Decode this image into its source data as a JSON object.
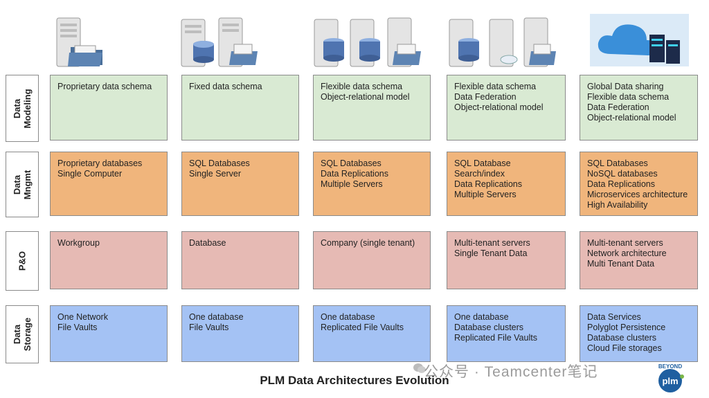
{
  "title": "PLM Data Architectures Evolution",
  "watermark": "公众号 · Teamcenter笔记",
  "logo": {
    "line1": "BEYOND",
    "line2": "plm"
  },
  "rows": [
    {
      "key": "modeling",
      "label_lines": [
        "Data",
        "Modeling"
      ]
    },
    {
      "key": "mngmt",
      "label_lines": [
        "Data",
        "Mngmt"
      ]
    },
    {
      "key": "po",
      "label_lines": [
        "P&O"
      ]
    },
    {
      "key": "storage",
      "label_lines": [
        "Data",
        "Storage"
      ]
    }
  ],
  "columns": [
    {
      "icon": "server-with-folder-icon",
      "modeling": [
        "Proprietary data schema"
      ],
      "mngmt": [
        "Proprietary databases",
        "Single Computer"
      ],
      "po": [
        "Workgroup"
      ],
      "storage": [
        "One Network",
        "File Vaults"
      ]
    },
    {
      "icon": "database-server-and-file-server-icon",
      "modeling": [
        "Fixed data schema"
      ],
      "mngmt": [
        "SQL Databases",
        "Single Server"
      ],
      "po": [
        "Database"
      ],
      "storage": [
        "One database",
        "File Vaults"
      ]
    },
    {
      "icon": "multiple-database-servers-icon",
      "modeling": [
        "Flexible data schema",
        "Object-relational model"
      ],
      "mngmt": [
        "SQL Databases",
        "Data Replications",
        "Multiple Servers"
      ],
      "po": [
        "Company (single tenant)"
      ],
      "storage": [
        "One database",
        "Replicated File Vaults"
      ]
    },
    {
      "icon": "federated-servers-icon",
      "modeling": [
        "Flexible data schema",
        "Data Federation",
        "Object-relational model"
      ],
      "mngmt": [
        "SQL Database",
        "Search/index",
        "Data Replications",
        "Multiple Servers"
      ],
      "po": [
        "Multi-tenant servers",
        "Single Tenant Data"
      ],
      "storage": [
        "One database",
        "Database clusters",
        "Replicated File Vaults"
      ]
    },
    {
      "icon": "cloud-servers-icon",
      "modeling": [
        "Global Data sharing",
        "Flexible data schema",
        "Data Federation",
        "Object-relational model"
      ],
      "mngmt": [
        "SQL Databases",
        "NoSQL databases",
        "Data Replications",
        "Microservices architecture",
        "High Availability"
      ],
      "po": [
        "Multi-tenant servers",
        "Network architecture",
        "Multi Tenant Data"
      ],
      "storage": [
        "Data Services",
        "Polyglot Persistence",
        "Database clusters",
        "Cloud File storages"
      ]
    }
  ]
}
